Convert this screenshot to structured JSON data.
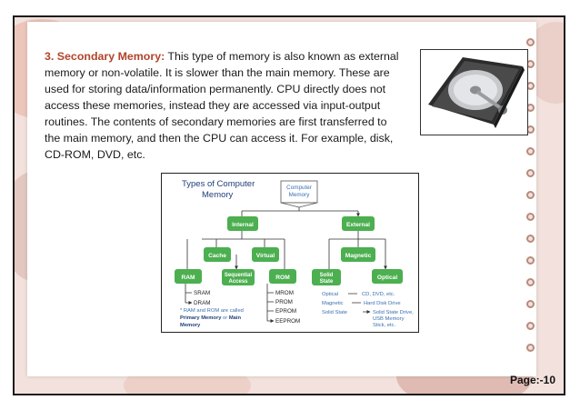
{
  "content": {
    "heading": "3. Secondary Memory:",
    "paragraph": " This type of memory is also known as external memory or non-volatile. It is slower than the main memory. These are used for storing data/information permanently. CPU directly does not access these memories, instead they are accessed via input-output routines. The contents of secondary memories are first transferred to the main memory, and then the CPU can access it. For example, disk, CD-ROM, DVD, etc."
  },
  "diagram": {
    "title_line1": "Types of Computer",
    "title_line2": "Memory",
    "root_line1": "Computer",
    "root_line2": "Memory",
    "internal": "Internal",
    "external": "External",
    "cache": "Cache",
    "virtual": "Virtual",
    "magnetic": "Magnetic",
    "ram": "RAM",
    "sequential_line1": "Sequential",
    "sequential_line2": "Access",
    "rom": "ROM",
    "solid_state_line1": "Solid",
    "solid_state_line2": "State",
    "optical": "Optical",
    "ram_types": [
      "SRAM",
      "DRAM"
    ],
    "rom_types": [
      "MROM",
      "PROM",
      "EPROM",
      "EEPROM"
    ],
    "note_line1": "* RAM and ROM are called",
    "note_primary": "Primary Memory",
    "note_or": " or ",
    "note_main": "Main",
    "note_line3": "Memory",
    "external_examples": [
      {
        "type": "Optical",
        "examples": [
          "CD, DVD, etc."
        ]
      },
      {
        "type": "Magnetic",
        "examples": [
          "Hard Disk Drive"
        ]
      },
      {
        "type": "Solid State",
        "examples": [
          "Solid State Drive,",
          "USB Memory",
          "Stick, etc."
        ]
      }
    ],
    "colors": {
      "node": "#4caf50",
      "node_text": "#ffffff",
      "title": "#1f3f7a",
      "example_text": "#3a6fb0",
      "line": "#333333"
    }
  },
  "footer": {
    "page": "Page:-10"
  }
}
